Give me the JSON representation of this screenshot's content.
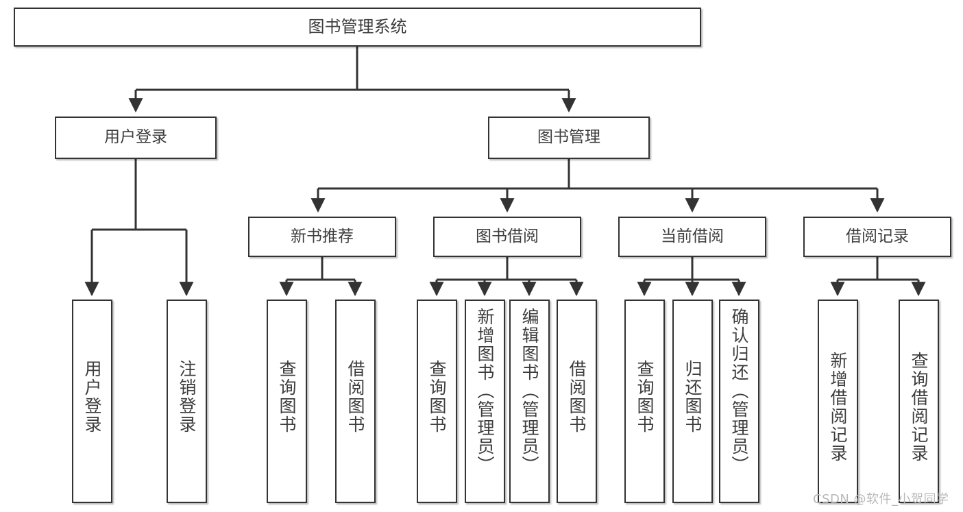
{
  "diagram": {
    "title": "图书管理系统",
    "type": "tree",
    "watermark": "CSDN @软件_小贺同学",
    "colors": {
      "box_border": "#333333",
      "box_fill": "#ffffff",
      "text": "#3d3d3d",
      "edge": "#333333",
      "watermark": "#b9b9b9"
    },
    "nodes": {
      "root": {
        "label": "图书管理系统"
      },
      "level1": [
        {
          "label": "用户登录"
        },
        {
          "label": "图书管理"
        }
      ],
      "level2": [
        {
          "label": "新书推荐"
        },
        {
          "label": "图书借阅"
        },
        {
          "label": "当前借阅"
        },
        {
          "label": "借阅记录"
        }
      ],
      "leaves": {
        "user_login": [
          {
            "label": "用户登录"
          },
          {
            "label": "注销登录"
          }
        ],
        "new_book": [
          {
            "label": "查询图书"
          },
          {
            "label": "借阅图书"
          }
        ],
        "book_borrow": [
          {
            "label": "查询图书"
          },
          {
            "label": "新增图书（管理员）"
          },
          {
            "label": "编辑图书（管理员）"
          },
          {
            "label": "借阅图书"
          }
        ],
        "current_borrow": [
          {
            "label": "查询图书"
          },
          {
            "label": "归还图书"
          },
          {
            "label": "确认归还（管理员）"
          }
        ],
        "borrow_record": [
          {
            "label": "新增借阅记录"
          },
          {
            "label": "查询借阅记录"
          }
        ]
      }
    }
  }
}
